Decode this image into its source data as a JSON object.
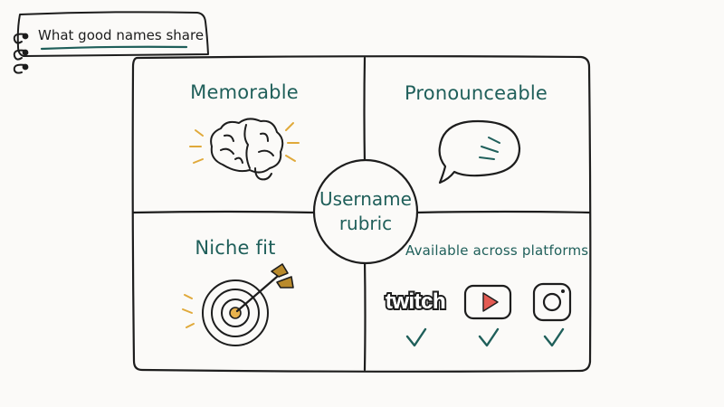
{
  "header": {
    "label": "What good names share"
  },
  "rubric": {
    "center_line1": "Username",
    "center_line2": "rubric",
    "quadrants": [
      {
        "key": "memorable",
        "title": "Memorable",
        "icon": "brain-icon"
      },
      {
        "key": "pronounceable",
        "title": "Pronounceable",
        "icon": "speech-bubble-icon"
      },
      {
        "key": "niche",
        "title": "Niche fit",
        "icon": "target-dart-icon"
      },
      {
        "key": "available",
        "title": "Available across platforms",
        "icon": "platforms-icon"
      }
    ]
  },
  "platforms": [
    {
      "name": "twitch",
      "icon": "twitch-logo-icon",
      "checked": true
    },
    {
      "name": "youtube",
      "icon": "youtube-play-icon",
      "checked": true
    },
    {
      "name": "instagram",
      "icon": "instagram-camera-icon",
      "checked": true
    }
  ],
  "colors": {
    "ink": "#1d1d1d",
    "teal": "#1f5f5a",
    "accent_yellow": "#e0a93a",
    "youtube_red": "#e35a52",
    "target_orange": "#e8b24d",
    "arrow_brown": "#b98a2c"
  }
}
